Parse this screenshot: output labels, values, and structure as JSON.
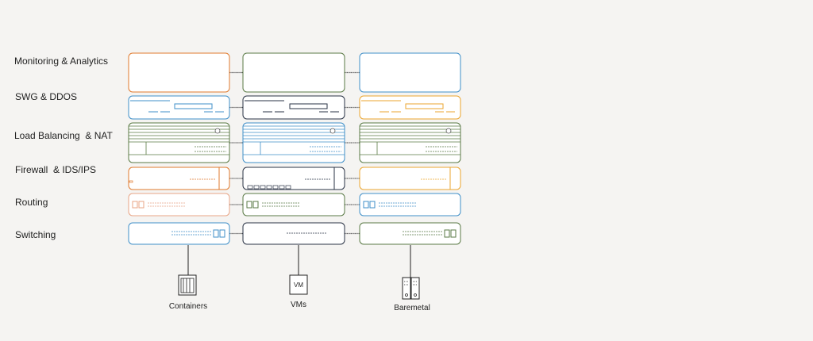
{
  "layers": [
    {
      "id": "monitoring",
      "label": "Monitoring & Analytics"
    },
    {
      "id": "swg",
      "label": "SWG & DDOS"
    },
    {
      "id": "lb",
      "label": "Load Balancing  & NAT"
    },
    {
      "id": "firewall",
      "label": "Firewall  & IDS/IPS"
    },
    {
      "id": "routing",
      "label": "Routing"
    },
    {
      "id": "switching",
      "label": "Switching"
    }
  ],
  "platforms": [
    {
      "id": "containers",
      "label": "Containers",
      "icon": "containers-icon"
    },
    {
      "id": "vms",
      "label": "VMs",
      "icon": "vm-icon",
      "icon_text": "VM"
    },
    {
      "id": "baremetal",
      "label": "Baremetal",
      "icon": "baremetal-server-icon"
    }
  ],
  "colors": {
    "orange": "#e07a2e",
    "blue": "#3f8fc8",
    "green": "#5a7a45",
    "navy": "#2a3345",
    "gold": "#eba62f",
    "salmon": "#e8a485",
    "gray": "#888888"
  },
  "grid": [
    [
      "orange",
      "green",
      "blue"
    ],
    [
      "blue",
      "navy",
      "gold"
    ],
    [
      "green",
      "blue",
      "green"
    ],
    [
      "orange",
      "navy",
      "gold"
    ],
    [
      "salmon",
      "green",
      "blue"
    ],
    [
      "blue",
      "navy",
      "green"
    ]
  ]
}
